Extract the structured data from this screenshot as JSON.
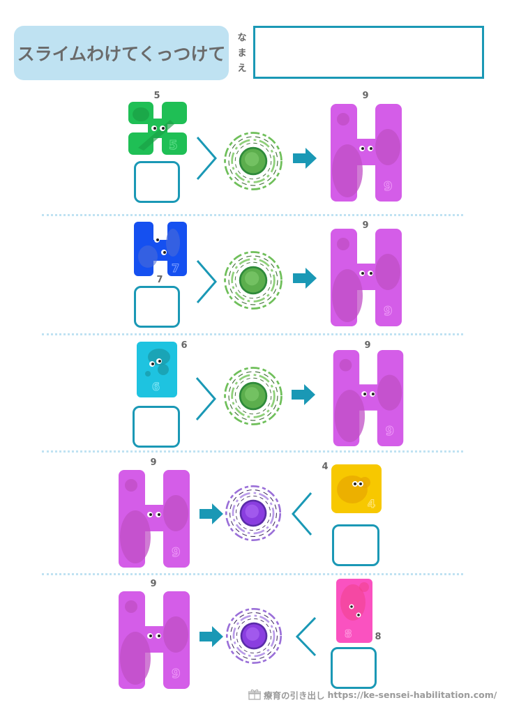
{
  "header": {
    "title": "スライムわけてくっつけて",
    "name_label": "なまえ",
    "name_value": ""
  },
  "colors": {
    "accent": "#1a98b5",
    "title_bg": "#bfe2f2",
    "divider": "#bfe2f2",
    "text": "#666666"
  },
  "problems": [
    {
      "part": {
        "number": "5",
        "color": "#1fbf55",
        "shape": "x-shape"
      },
      "whole": {
        "number": "9",
        "color": "#d45de8",
        "shape": "h-shape"
      },
      "portal": "green",
      "direction": "left-to-right",
      "answer": ""
    },
    {
      "part": {
        "number": "7",
        "color": "#1550f0",
        "shape": "h-shape"
      },
      "whole": {
        "number": "9",
        "color": "#d45de8",
        "shape": "h-shape"
      },
      "portal": "green",
      "direction": "left-to-right",
      "answer": ""
    },
    {
      "part": {
        "number": "6",
        "color": "#1ec3e0",
        "shape": "rect-tall"
      },
      "whole": {
        "number": "9",
        "color": "#d45de8",
        "shape": "h-shape"
      },
      "portal": "green",
      "direction": "left-to-right",
      "answer": ""
    },
    {
      "part": {
        "number": "4",
        "color": "#f7c800",
        "shape": "square"
      },
      "whole": {
        "number": "9",
        "color": "#d45de8",
        "shape": "h-shape"
      },
      "portal": "purple",
      "direction": "right-to-left",
      "answer": ""
    },
    {
      "part": {
        "number": "8",
        "color": "#fa52c0",
        "shape": "rect-tall"
      },
      "whole": {
        "number": "9",
        "color": "#d45de8",
        "shape": "h-shape"
      },
      "portal": "purple",
      "direction": "right-to-left",
      "answer": ""
    }
  ],
  "icons": {
    "arrow": "arrow-right-icon",
    "chevron_right": "chevron-right-icon",
    "chevron_left": "chevron-left-icon",
    "gift": "gift-icon"
  },
  "footer": {
    "brand": "療育の引き出し",
    "url": "https://ke-sensei-habilitation.com/"
  }
}
